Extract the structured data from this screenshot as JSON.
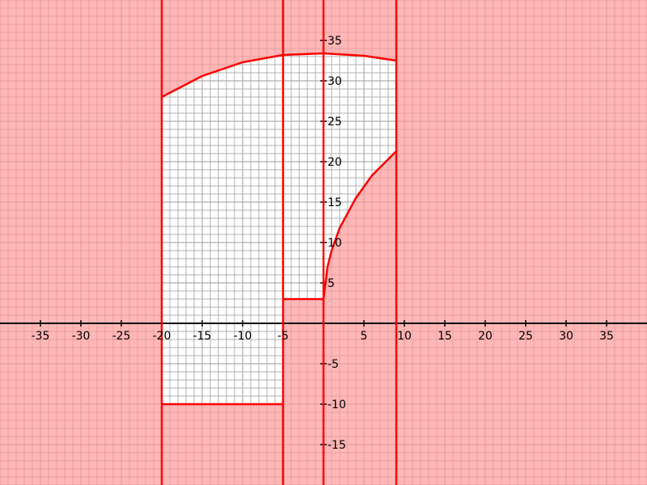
{
  "chart_data": {
    "type": "region-plot",
    "xlim": [
      -40,
      40
    ],
    "ylim": [
      -20,
      40
    ],
    "grid": true,
    "minor_grid_step": 1,
    "major_grid_step": 5,
    "x_ticks": [
      -35,
      -30,
      -25,
      -20,
      -15,
      -10,
      -5,
      5,
      10,
      15,
      20,
      25,
      30,
      35
    ],
    "x_tick_labels": [
      "-35",
      "-30",
      "-25",
      "-20",
      "-15",
      "-10",
      "-5",
      "5",
      "10",
      "15",
      "20",
      "25",
      "30",
      "35"
    ],
    "y_ticks": [
      35,
      30,
      25,
      20,
      15,
      10,
      5,
      -5,
      -10,
      -15
    ],
    "y_tick_labels": [
      "35",
      "30",
      "25",
      "20",
      "15",
      "10",
      "5",
      "-5",
      "-10",
      "-15"
    ],
    "boundaries": {
      "vertical_lines": [
        -20,
        -5,
        0,
        9
      ],
      "upper_curve": {
        "x_from": -20,
        "x_to": 9,
        "points": [
          [
            -20,
            28
          ],
          [
            -15,
            30.6
          ],
          [
            -10,
            32.3
          ],
          [
            -5,
            33.2
          ],
          [
            0,
            33.4
          ],
          [
            5,
            33.1
          ],
          [
            9,
            32.5
          ]
        ]
      },
      "lower_curve": {
        "x_from": 0,
        "x_to": 9,
        "points": [
          [
            0,
            3
          ],
          [
            0.5,
            7
          ],
          [
            1,
            9
          ],
          [
            2,
            11.8
          ],
          [
            4,
            15.5
          ],
          [
            6,
            18.3
          ],
          [
            9,
            21.3
          ]
        ]
      },
      "bottom_segment": {
        "y": -10,
        "x_from": -20,
        "x_to": -5
      },
      "step_segment": {
        "y": 3,
        "x_from": -5,
        "x_to": 0
      }
    },
    "colors": {
      "shade": "#ff9999",
      "boundary": "#ff0000",
      "axis": "#000000",
      "grid": "#999999"
    }
  }
}
